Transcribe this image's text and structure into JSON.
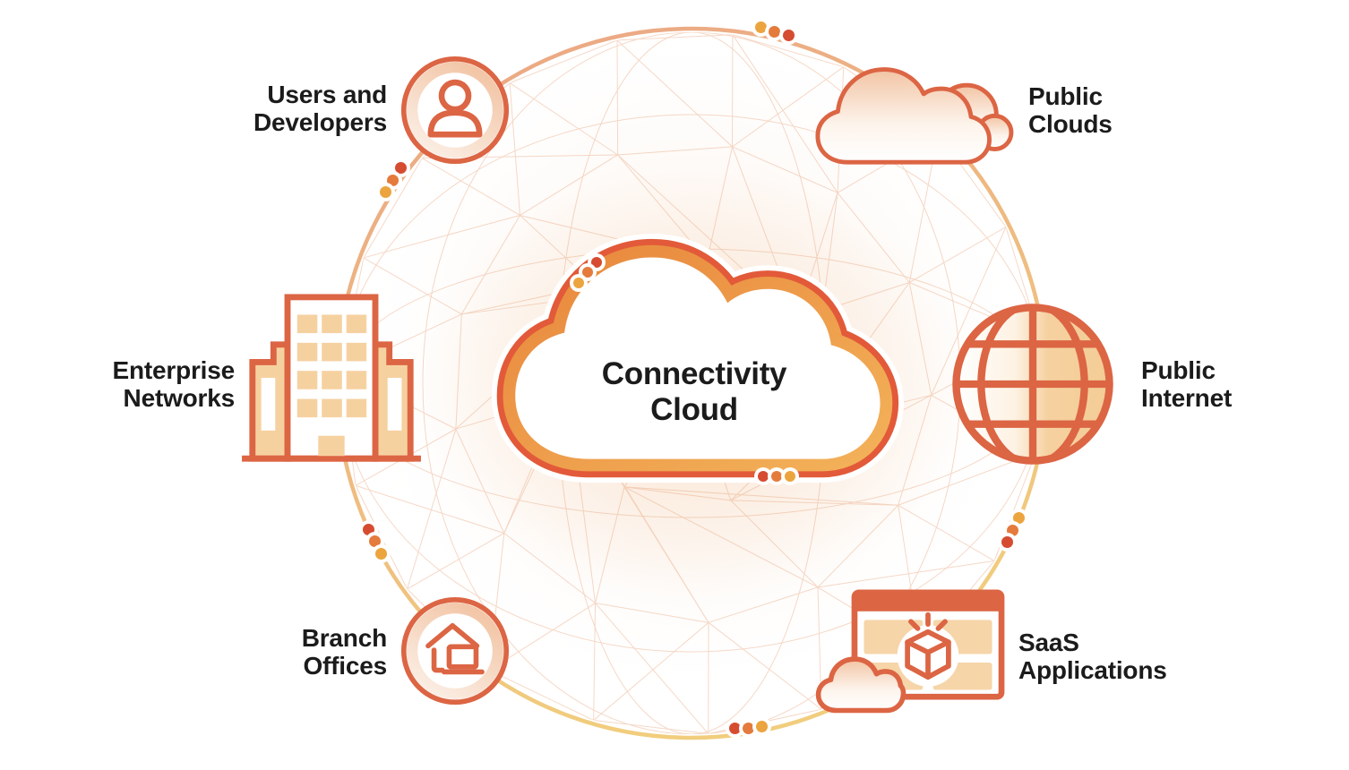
{
  "figure": {
    "center_label": {
      "line1": "Connectivity",
      "line2": "Cloud"
    },
    "nodes": {
      "users": {
        "line1": "Users and",
        "line2": "Developers",
        "icon": "person-icon"
      },
      "public_clouds": {
        "line1": "Public",
        "line2": "Clouds",
        "icon": "clouds-icon"
      },
      "enterprise_networks": {
        "line1": "Enterprise",
        "line2": "Networks",
        "icon": "building-icon"
      },
      "public_internet": {
        "line1": "Public",
        "line2": "Internet",
        "icon": "globe-icon"
      },
      "branch_offices": {
        "line1": "Branch",
        "line2": "Offices",
        "icon": "house-laptop-icon"
      },
      "saas_applications": {
        "line1": "SaaS",
        "line2": "Applications",
        "icon": "app-window-icon"
      }
    }
  },
  "palette": {
    "text": "#1b1b1b",
    "stroke": "#dc6544",
    "red_line": "#e25a39",
    "gold": "#ec9c44",
    "gold_dark": "#e8873c",
    "gold_light": "#f3b159",
    "echo": "#f3bd6e",
    "dot_red": "#d64c31",
    "dot_orange": "#e47b3d",
    "dot_yellow": "#eca43e",
    "fill_peach": "#f6d1a0",
    "peach_soft": "#f2c4a4",
    "ring_top": "#eba585",
    "ring_bottom": "#f1cd7d",
    "mesh": "#e59a6d",
    "glow": "#f7cfae"
  }
}
